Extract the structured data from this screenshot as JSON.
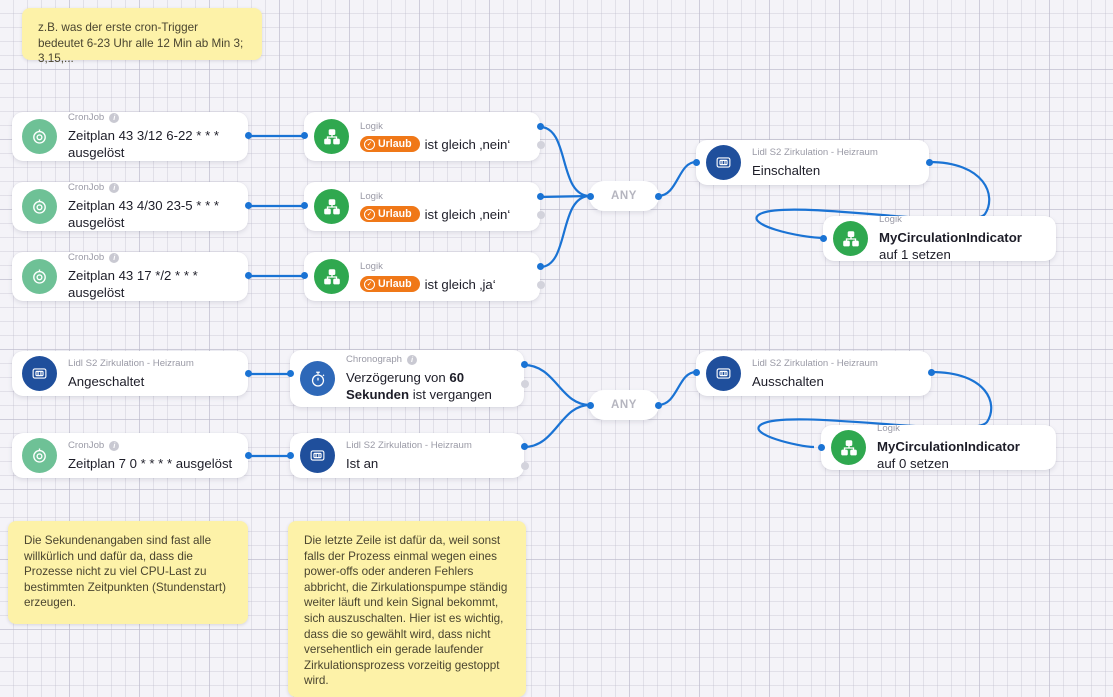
{
  "canvas": {
    "background": "#f4f3f8",
    "grid": true
  },
  "notes": [
    {
      "id": "note-top",
      "text": "z.B. was der erste cron-Trigger bedeutet 6-23 Uhr alle 12 Min ab Min 3; 3,15,...",
      "color": "#fdf2a8"
    },
    {
      "id": "note-seconds",
      "text": "Die Sekundenangaben sind fast alle willkürlich und dafür da, dass die Prozesse nicht zu viel CPU-Last zu bestimmten Zeitpunkten (Stundenstart) erzeugen.",
      "color": "#fdf2a8"
    },
    {
      "id": "note-lastline",
      "text": "Die letzte Zeile ist dafür da, weil sonst falls der Prozess einmal wegen eines power-offs oder anderen Fehlers abbricht, die Zirkulationspumpe ständig weiter läuft und kein Signal bekommt, sich auszuschalten. Hier ist es wichtig, dass die so gewählt wird, dass nicht versehentlich ein gerade laufender Zirkulationsprozess vorzeitig gestoppt wird.",
      "color": "#fdf2a8"
    }
  ],
  "nodes": [
    {
      "id": "trigger-1",
      "title": "CronJob",
      "has_info": true,
      "icon": "cronjob-target-icon",
      "icon_color": "#6ec196",
      "body": "Zeitplan 43 3/12 6-22 * * * ausgelöst"
    },
    {
      "id": "trigger-2",
      "title": "CronJob",
      "has_info": true,
      "icon": "cronjob-target-icon",
      "icon_color": "#6ec196",
      "body": "Zeitplan 43 4/30 23-5 * * * ausgelöst"
    },
    {
      "id": "trigger-3",
      "title": "CronJob",
      "has_info": true,
      "icon": "cronjob-target-icon",
      "icon_color": "#6ec196",
      "body": "Zeitplan 43 17 */2 * * * ausgelöst"
    },
    {
      "id": "cond-1",
      "title": "Logik",
      "has_info": false,
      "icon": "logic-sitemap-icon",
      "icon_color": "#2fa84f",
      "badge": "Urlaub",
      "badge_color": "#f07818",
      "body": "ist gleich ‚nein‘"
    },
    {
      "id": "cond-2",
      "title": "Logik",
      "has_info": false,
      "icon": "logic-sitemap-icon",
      "icon_color": "#2fa84f",
      "badge": "Urlaub",
      "badge_color": "#f07818",
      "body": "ist gleich ‚nein‘"
    },
    {
      "id": "cond-3",
      "title": "Logik",
      "has_info": false,
      "icon": "logic-sitemap-icon",
      "icon_color": "#2fa84f",
      "badge": "Urlaub",
      "badge_color": "#f07818",
      "body": "ist gleich ‚ja‘"
    },
    {
      "id": "action-on",
      "title": "Lidl S2 Zirkulation - Heizraum",
      "has_info": false,
      "icon": "device-icon",
      "icon_color": "#1f4f9c",
      "body": "Einschalten"
    },
    {
      "id": "action-set-1",
      "title": "Logik",
      "has_info": false,
      "icon": "logic-sitemap-icon",
      "icon_color": "#2fa84f",
      "body_pre": "MyCirculationIndicator",
      "body_bold": "auf 1 setzen"
    },
    {
      "id": "state-angeschaltet",
      "title": "Lidl S2 Zirkulation - Heizraum",
      "has_info": false,
      "icon": "device-icon",
      "icon_color": "#1f4f9c",
      "body": "Angeschaltet"
    },
    {
      "id": "delay",
      "title": "Chronograph",
      "has_info": true,
      "icon": "stopwatch-icon",
      "icon_color": "#2e68b8",
      "body_pre": "Verzögerung von ",
      "body_bold": "60  Sekunden",
      "body_post": " ist vergangen"
    },
    {
      "id": "trigger-4",
      "title": "CronJob",
      "has_info": true,
      "icon": "cronjob-target-icon",
      "icon_color": "#6ec196",
      "body": "Zeitplan 7 0 * * * * ausgelöst"
    },
    {
      "id": "state-istan",
      "title": "Lidl S2 Zirkulation - Heizraum",
      "has_info": false,
      "icon": "device-icon",
      "icon_color": "#1f4f9c",
      "body": "Ist an"
    },
    {
      "id": "action-off",
      "title": "Lidl S2 Zirkulation - Heizraum",
      "has_info": false,
      "icon": "device-icon",
      "icon_color": "#1f4f9c",
      "body": "Ausschalten"
    },
    {
      "id": "action-set-0",
      "title": "Logik",
      "has_info": false,
      "icon": "logic-sitemap-icon",
      "icon_color": "#2fa84f",
      "body_pre": "MyCirculationIndicator",
      "body_bold": "auf 0 setzen"
    }
  ],
  "junctions": [
    {
      "id": "any-top",
      "label": "ANY"
    },
    {
      "id": "any-bottom",
      "label": "ANY"
    }
  ],
  "wire_color": "#1a73d4"
}
